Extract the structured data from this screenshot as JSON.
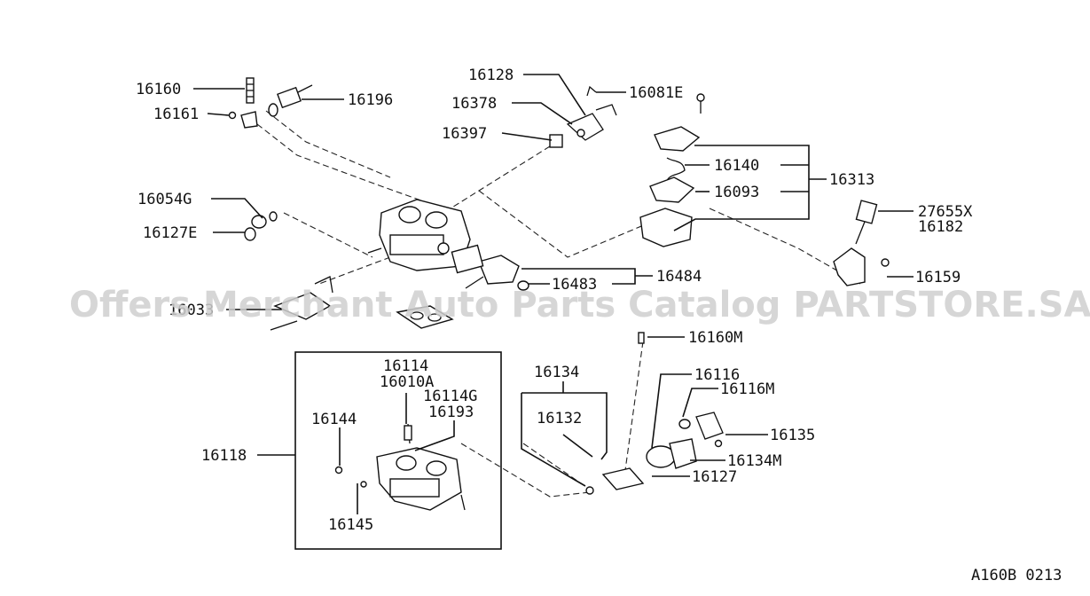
{
  "watermark": "Offers Merchant Auto Parts Catalog PARTSTORE.SA",
  "figure_code": "A160B 0213",
  "part_numbers": {
    "p16160": "16160",
    "p16161": "16161",
    "p16196": "16196",
    "p16128": "16128",
    "p16378": "16378",
    "p16397": "16397",
    "p16081E": "16081E",
    "p16140": "16140",
    "p16093": "16093",
    "p16313": "16313",
    "p27655X": "27655X",
    "p16182": "16182",
    "p16054G": "16054G",
    "p16127E": "16127E",
    "p16483": "16483",
    "p16484": "16484",
    "p16159": "16159",
    "p16033": "16033",
    "p16160M": "16160M",
    "p16114": "16114",
    "p16010A": "16010A",
    "p16114G": "16114G",
    "p16193": "16193",
    "p16144": "16144",
    "p16145": "16145",
    "p16118": "16118",
    "p16134": "16134",
    "p16132": "16132",
    "p16116": "16116",
    "p16116M": "16116M",
    "p16135": "16135",
    "p16134M": "16134M",
    "p16127": "16127"
  }
}
